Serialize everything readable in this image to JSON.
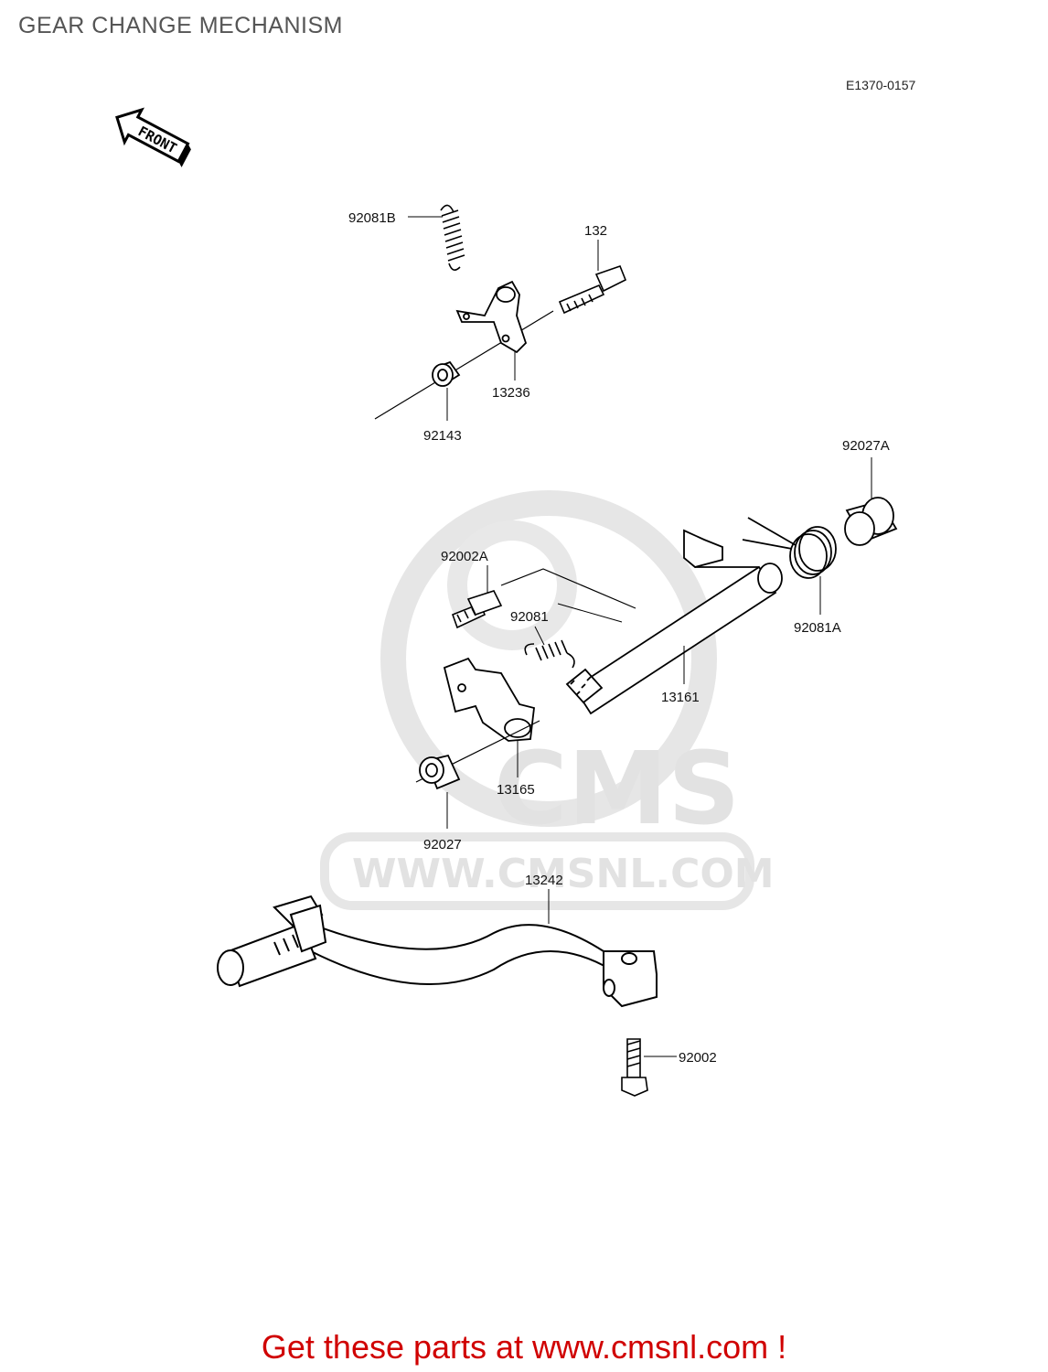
{
  "header": {
    "title": "GEAR CHANGE MECHANISM",
    "diagram_code": "E1370-0157"
  },
  "orientation": {
    "arrow_label": "FRONT"
  },
  "parts": [
    {
      "id": "92081B",
      "label": "92081B"
    },
    {
      "id": "132",
      "label": "132"
    },
    {
      "id": "13236",
      "label": "13236"
    },
    {
      "id": "92143",
      "label": "92143"
    },
    {
      "id": "92027A",
      "label": "92027A"
    },
    {
      "id": "92002A",
      "label": "92002A"
    },
    {
      "id": "92081",
      "label": "92081"
    },
    {
      "id": "92081A",
      "label": "92081A"
    },
    {
      "id": "13161",
      "label": "13161"
    },
    {
      "id": "13165",
      "label": "13165"
    },
    {
      "id": "92027",
      "label": "92027"
    },
    {
      "id": "13242",
      "label": "13242"
    },
    {
      "id": "92002",
      "label": "92002"
    }
  ],
  "watermark": {
    "brand": "CMS",
    "url": "WWW.CMSNL.COM"
  },
  "footer": {
    "cta": "Get these parts at www.cmsnl.com !"
  },
  "colors": {
    "cta": "#d00000",
    "watermark": "#e2e2e2",
    "line": "#000000"
  }
}
